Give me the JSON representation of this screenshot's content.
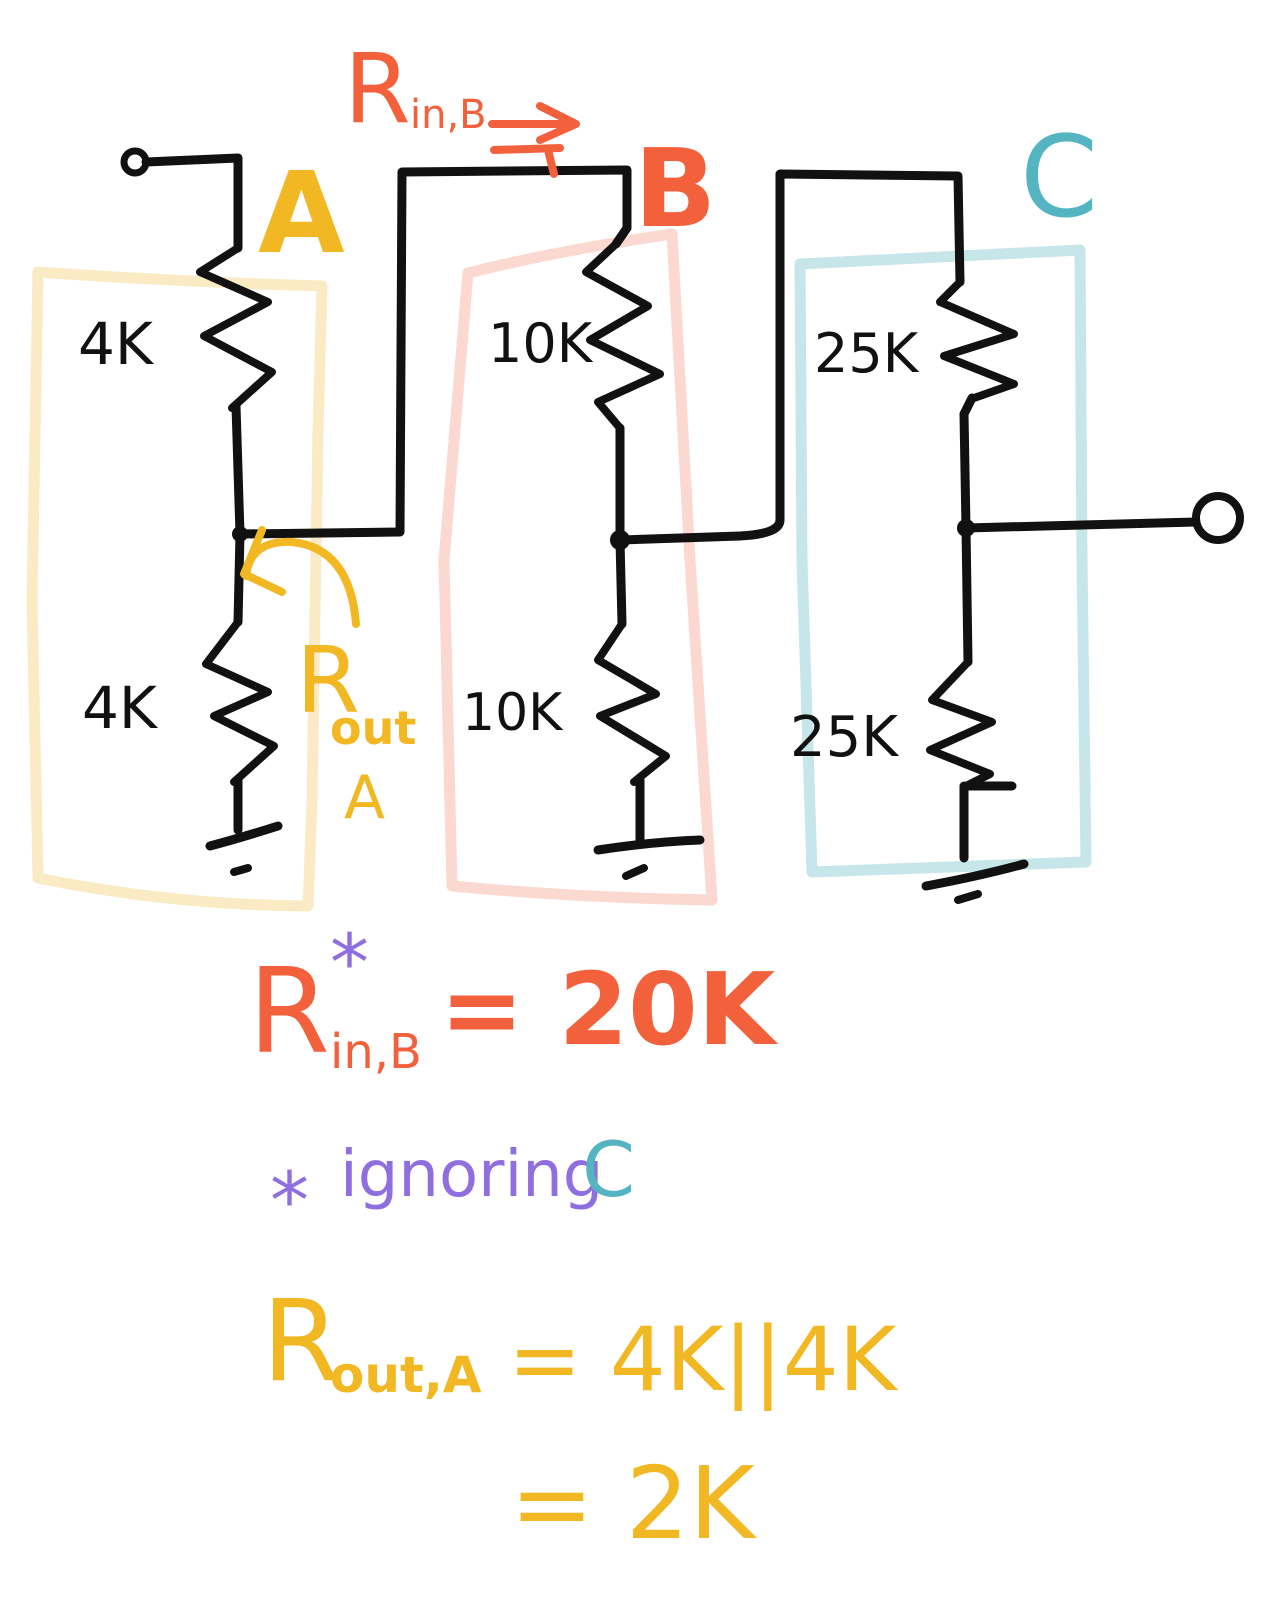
{
  "colors": {
    "wire": "#111111",
    "stage_a": "#f2b824",
    "stage_b": "#f2613c",
    "stage_c": "#55b4c2",
    "note": "#8f6ee0"
  },
  "stages": {
    "a": {
      "label": "A",
      "r_top": "4K",
      "r_bottom": "4K"
    },
    "b": {
      "label": "B",
      "r_top": "10K",
      "r_bottom": "10K"
    },
    "c": {
      "label": "C",
      "r_top": "25K",
      "r_bottom": "25K"
    }
  },
  "annotations": {
    "rin_arrow": {
      "main": "R",
      "sub": "in,B"
    },
    "rout_arrow": {
      "main": "R",
      "sub": "out",
      "sub2": "A"
    }
  },
  "equations": {
    "rin": {
      "main": "R",
      "sub": "in,B",
      "sup": "*",
      "rhs": "= 20K"
    },
    "note": {
      "star": "*",
      "text": "ignoring",
      "c": "C"
    },
    "rout": {
      "main": "R",
      "sub": "out,A",
      "rhs": "= 4K||4K",
      "line2": "= 2K"
    }
  }
}
